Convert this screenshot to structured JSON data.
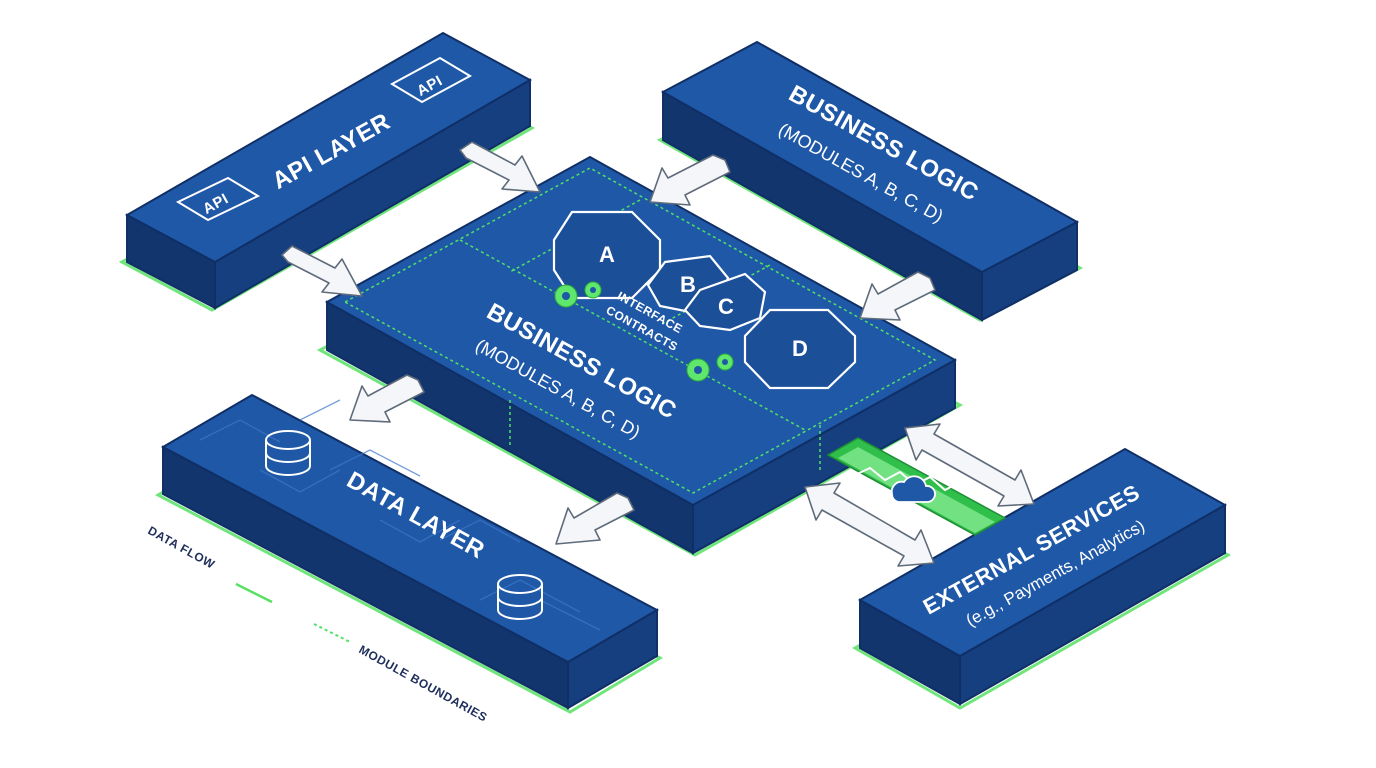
{
  "layers": {
    "api": {
      "label": "API LAYER",
      "icon_text": "API"
    },
    "business_top": {
      "label": "BUSINESS LOGIC",
      "sublabel": "(MODULES A, B, C, D)"
    },
    "business_center": {
      "label": "BUSINESS LOGIC",
      "sublabel": "(MODULES A, B, C, D)",
      "modules": [
        "A",
        "B",
        "C",
        "D"
      ],
      "contracts_line1": "INTERFACE",
      "contracts_line2": "CONTRACTS"
    },
    "data": {
      "label": "DATA LAYER"
    },
    "external": {
      "label": "EXTERNAL SERVICES",
      "sublabel": "(e.g., Payments, Analytics)"
    }
  },
  "legend": {
    "data_flow": "DATA FLOW",
    "module_boundaries": "MODULE BOUNDARIES"
  },
  "colors": {
    "block": "#1f58a7",
    "block_dark": "#12356d",
    "accent_green": "#57e064",
    "legend_text": "#1f2f5c"
  }
}
